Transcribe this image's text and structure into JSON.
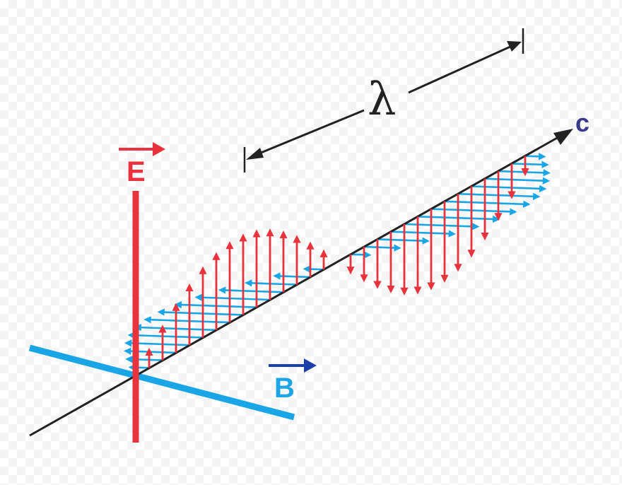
{
  "labels": {
    "electric_field": "E",
    "magnetic_field": "B",
    "propagation": "c",
    "wavelength": "λ"
  },
  "colors": {
    "electric": "#e8323c",
    "magnetic": "#1aa5e6",
    "magnetic_label_arrow": "#1b3fa8",
    "axis": "#222222",
    "propagation_label": "#3a3a8c",
    "dimension": "#222222"
  }
}
